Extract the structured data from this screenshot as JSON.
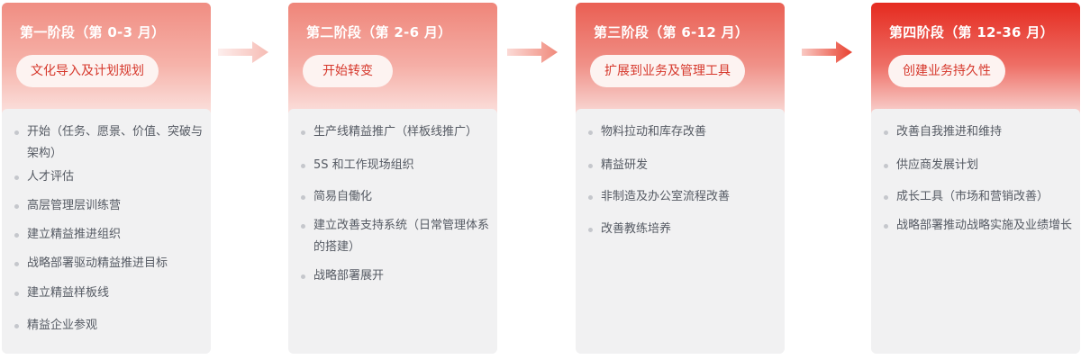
{
  "stages": [
    {
      "title": "第一阶段（第 0-3 月）",
      "pill": "文化导入及计划规划",
      "items": [
        "开始（任务、愿景、价值、突破与架构）",
        "人才评估",
        "高层管理层训练营",
        "建立精益推进组织",
        "战略部署驱动精益推进目标",
        "建立精益样板线",
        "精益企业参观"
      ]
    },
    {
      "title": "第二阶段（第 2-6 月）",
      "pill": "开始转变",
      "items": [
        "生产线精益推广（样板线推广）",
        "5S 和工作现场组织",
        "简易自働化",
        "建立改善支持系统（日常管理体系的搭建）",
        "战略部署展开"
      ]
    },
    {
      "title": "第三阶段（第 6-12 月）",
      "pill": "扩展到业务及管理工具",
      "items": [
        "物料拉动和库存改善",
        "精益研发",
        "非制造及办公室流程改善",
        "改善教练培养"
      ]
    },
    {
      "title": "第四阶段（第 12-36 月）",
      "pill": "创建业务持久性",
      "items": [
        "改善自我推进和维持",
        "供应商发展计划",
        "成长工具（市场和营销改善）",
        "战略部署推动战略实施及业绩增长"
      ]
    }
  ],
  "colors": {
    "arrow1": "#f6bcb4",
    "arrow2": "#f08a7c",
    "arrow3": "#e8402f",
    "pill_text": "#d6382c"
  }
}
